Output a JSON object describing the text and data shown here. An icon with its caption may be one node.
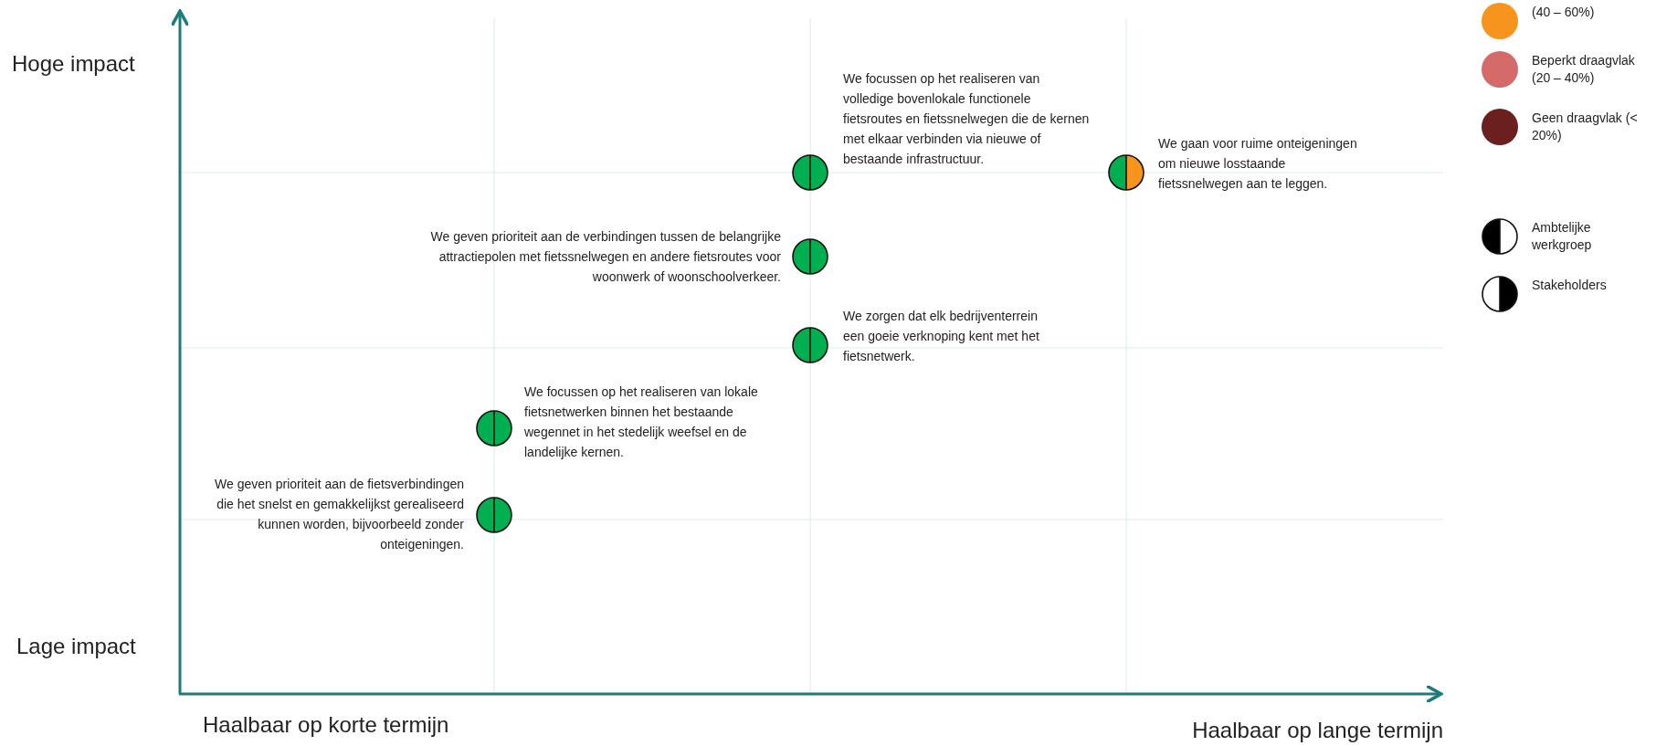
{
  "diagram": {
    "nodes": [
      {
        "text": [],
        "shape": "circle",
        "beside": [
          "We focussen op het realiseren van volledige bovenlokale functionele fietsroutes en fietssnelwegen die de kernen met elkaar verbinden via nieuwe of bestaande infrastructuur."
        ]
      },
      {
        "text": [],
        "shape": "circle",
        "beside": [
          "We gaan voor ruime onteigeningen om nieuwe losstaande fietssnelwegen aan te leggen."
        ]
      },
      {
        "text": [],
        "shape": "circle",
        "beside": [
          "We geven prioriteit aan de verbindingen tussen de belangrijke attractiepolen met fietssnelwegen en andere fietsroutes voor woonwerk of woonschoolverkeer."
        ]
      },
      {
        "text": [],
        "shape": "circle",
        "beside": [
          "We zorgen dat elk bedrijventerrein een goeie verknoping kent met het fietsnetwerk."
        ]
      },
      {
        "text": [],
        "shape": "circle",
        "beside": [
          "We focussen op het realiseren van lokale fietsnetwerken binnen het bestaande wegennet in het stedelijk weefsel en de landelijke kernen."
        ]
      },
      {
        "text": [],
        "shape": "circle",
        "beside": [
          "We geven prioriteit aan de fietsverbindingen die het snelst en gemakkelijkst gerealiseerd kunnen worden, bijvoorbeeld zonder onteigeningen."
        ]
      }
    ],
    "edges": [],
    "labels": [
      "Hoge impact",
      "Lage impact",
      "Haalbaar op korte termijn",
      "Haalbaar op lange termijn"
    ],
    "legend": [
      {
        "text": "(40 – 60%)",
        "color": "#f7941d"
      },
      {
        "text": "Beperkt draagvlak (20 – 40%)",
        "color": "#d46a6a"
      },
      {
        "text": "Geen draagvlak (< 20%)",
        "color": "#6b1f1f"
      },
      {
        "text": "Ambtelijke werkgroep"
      },
      {
        "text": "Stakeholders"
      }
    ]
  }
}
